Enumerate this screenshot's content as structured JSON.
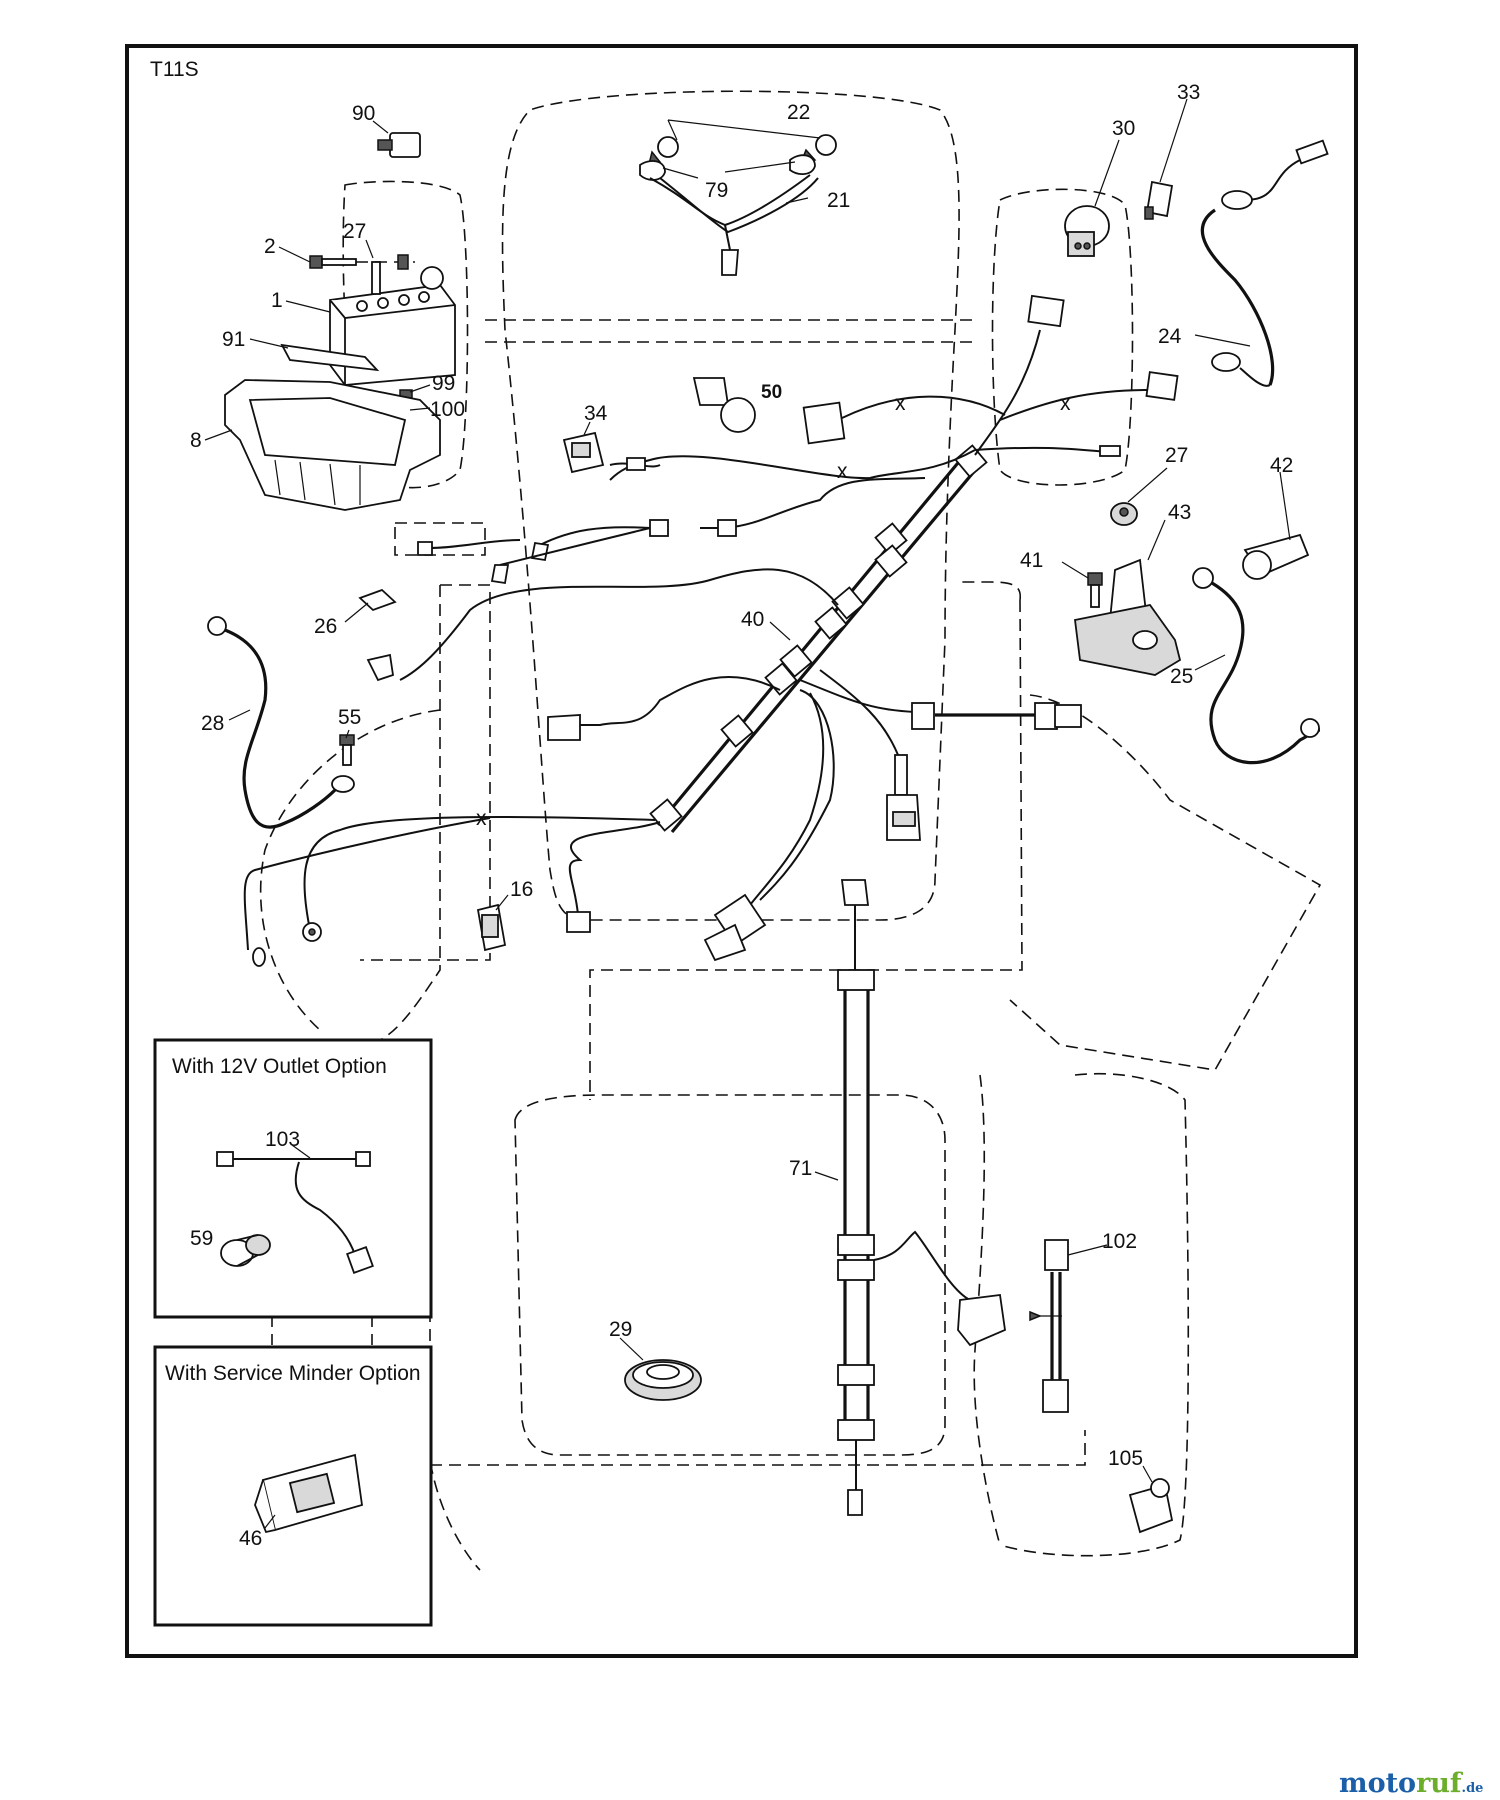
{
  "diagram": {
    "code": "T11S",
    "insets": {
      "outlet_option_title": "With 12V Outlet Option",
      "service_option_title": "With Service Minder Option"
    },
    "callouts": {
      "c90": "90",
      "c27a": "27",
      "c2": "2",
      "c1": "1",
      "c91": "91",
      "c99": "99",
      "c100": "100",
      "c8": "8",
      "c22": "22",
      "c79": "79",
      "c21": "21",
      "c33": "33",
      "c30": "30",
      "c24": "24",
      "c34": "34",
      "c50": "50",
      "c27b": "27",
      "c42": "42",
      "c43": "43",
      "c41": "41",
      "c26": "26",
      "c40": "40",
      "c25": "25",
      "c28": "28",
      "c55": "55",
      "c16": "16",
      "c103": "103",
      "c59": "59",
      "c71": "71",
      "c102": "102",
      "c29": "29",
      "c46": "46",
      "c105": "105"
    },
    "watermark": {
      "main_a": "moto",
      "main_b": "ruf",
      "suffix": ".de"
    }
  }
}
